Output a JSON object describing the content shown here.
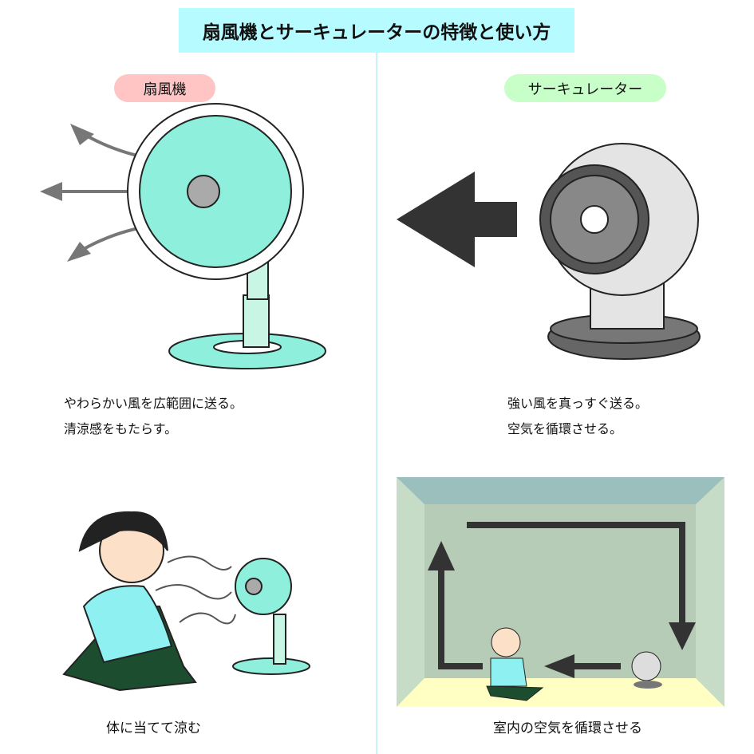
{
  "title": "扇風機とサーキュレーターの特徴と使い方",
  "fan": {
    "label": "扇風機",
    "desc": [
      "やわらかい風を広範囲に送る。",
      "清涼感をもたらす。"
    ],
    "caption": "体に当てて涼む"
  },
  "circulator": {
    "label": "サーキュレーター",
    "desc": [
      "強い風を真っすぐ送る。",
      "空気を循環させる。"
    ],
    "caption": "室内の空気を循環させる"
  },
  "colors": {
    "title_bg": "#b6fbff",
    "fan_pill": "#ffc4c4",
    "circ_pill": "#c8ffc8",
    "fan_body": "#c9f5e4",
    "fan_blade": "#8ef0dc",
    "arrow": "#333333"
  }
}
